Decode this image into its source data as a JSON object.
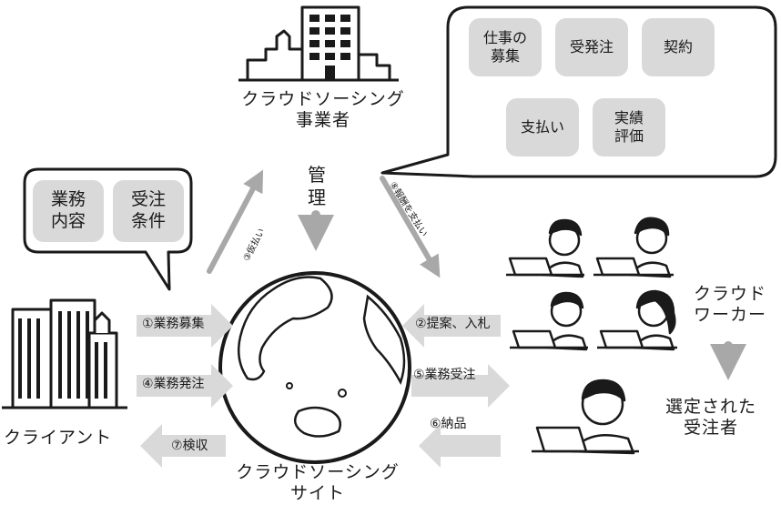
{
  "entities": {
    "company": [
      "クラウドソーシング",
      "事業者"
    ],
    "site": [
      "クラウドソーシング",
      "サイト"
    ],
    "client": "クライアント",
    "workers": [
      "クラウド",
      "ワーカー"
    ],
    "selected": [
      "選定された",
      "受注者"
    ]
  },
  "company_bubble": {
    "items": [
      "仕事の\n募集",
      "受発注",
      "契約",
      "支払い",
      "実績\n評価"
    ]
  },
  "client_bubble": {
    "items": [
      "業務\n内容",
      "受注\n条件"
    ]
  },
  "manage_label": "管\n理",
  "steps": {
    "s1": "①業務募集",
    "s2": "②提案、入札",
    "s3": "③仮払い",
    "s4": "④業務発注",
    "s5": "⑤業務受注",
    "s6": "⑥納品",
    "s7": "⑦検収",
    "s8": "⑧報酬を支払い"
  },
  "colors": {
    "arrow": "#a8a8a8",
    "chip": "#d9d9d9",
    "stroke": "#1a1a1a"
  }
}
